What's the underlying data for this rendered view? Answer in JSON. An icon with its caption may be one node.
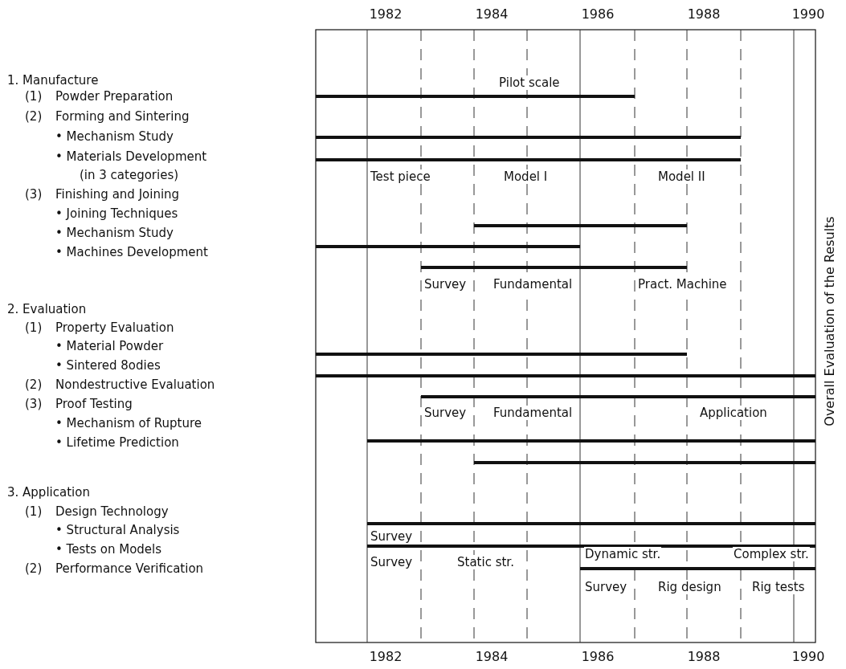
{
  "diagram": {
    "labels": [
      "1982",
      "1984",
      "1986",
      "1988",
      "1990",
      "1. Manufacture",
      "(1)",
      "Powder Preparation",
      "(2)",
      "Forming and Sintering",
      "• Mechanism Study",
      "• Materials Development",
      "(in 3 categories)",
      "(3)",
      "Finishing and Joining",
      "• Joining Techniques",
      "• Mechanism Study",
      "• Machines Development",
      "2. Evaluation",
      "(1)",
      "Property Evaluation",
      "• Material Powder",
      "• Sintered 8odies",
      "(2)",
      "Nondestructive Evaluation",
      "(3)",
      "Proof Testing",
      "• Mechanism of Rupture",
      "• Lifetime Prediction",
      "3. Application",
      "(1)",
      "Design Technology",
      "• Structural Analysis",
      "• Tests on Models",
      "(2)",
      "Performance Verification",
      "Pilot scale",
      "Test piece",
      "Model I",
      "Model II",
      "Survey",
      "Fundamental",
      "Pract. Machine",
      "Survey",
      "Fundamental",
      "Application",
      "Survey",
      "Survey",
      "Static str.",
      "Dynamic str.",
      "Complex str.",
      "Survey",
      "Rig design",
      "Rig tests",
      "Overall Evaluation of the Results",
      "1982",
      "1984",
      "1986",
      "1988",
      "1990"
    ]
  }
}
